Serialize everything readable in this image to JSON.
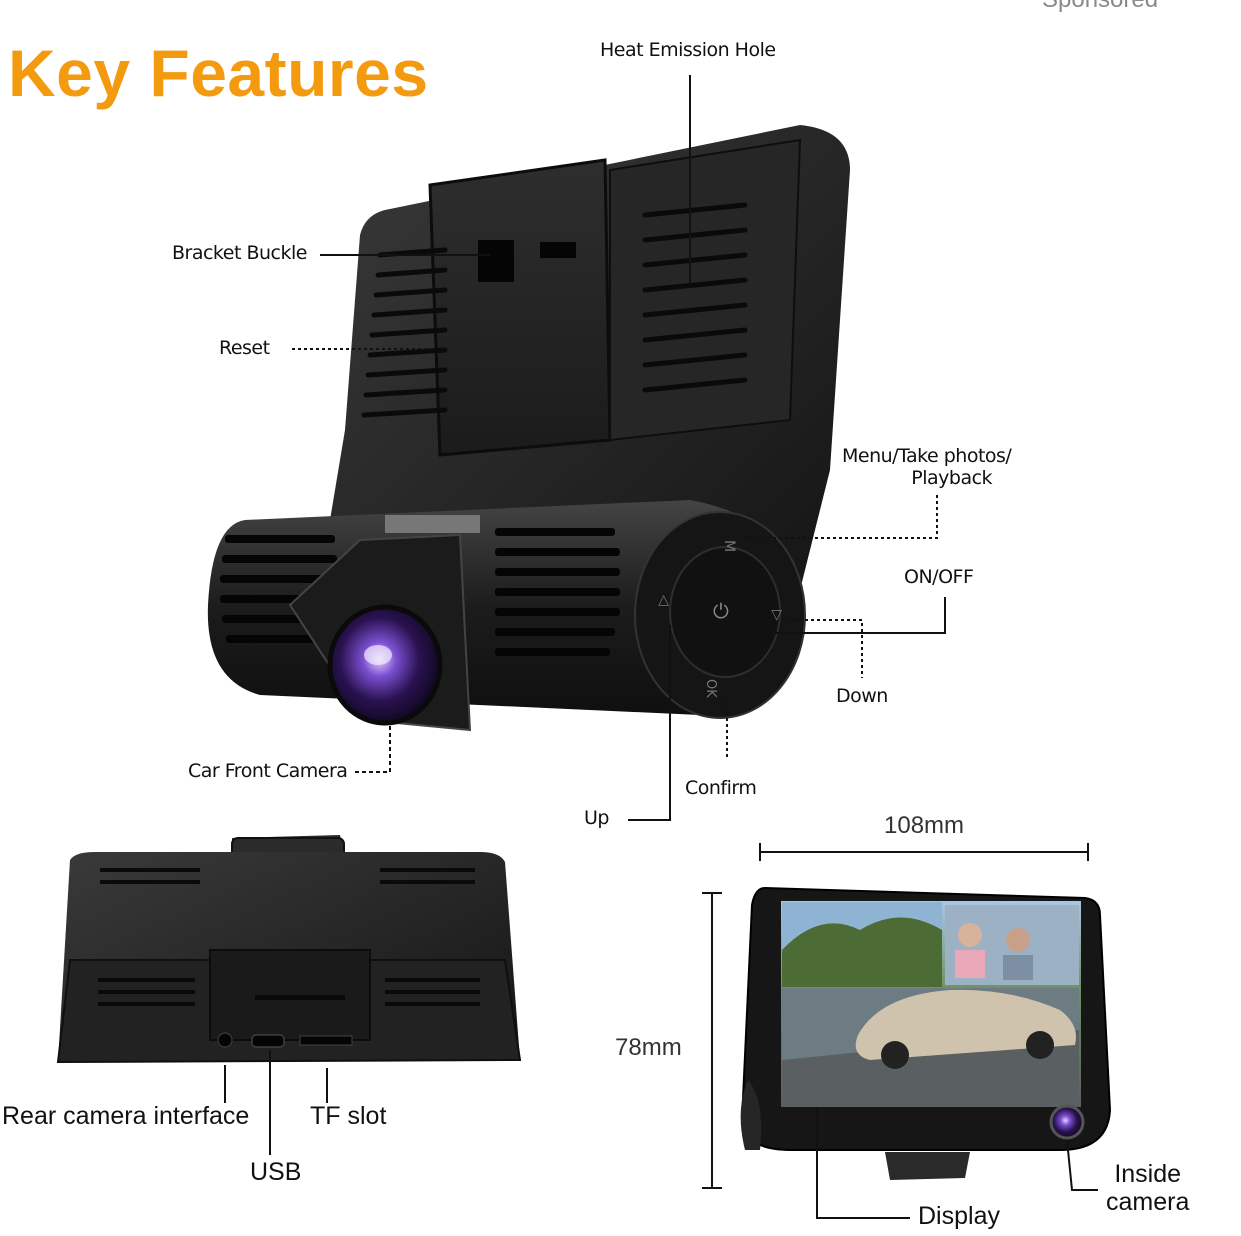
{
  "title": "Key Features",
  "corner_text": "Sponsored",
  "labels": {
    "heat_emission_hole": "Heat Emission Hole",
    "bracket_buckle": "Bracket Buckle",
    "reset": "Reset",
    "menu_line1": "Menu/Take photos/",
    "menu_line2": "Playback",
    "on_off": "ON/OFF",
    "down": "Down",
    "car_front_camera": "Car Front Camera",
    "confirm": "Confirm",
    "up": "Up",
    "rear_camera_interface": "Rear camera interface",
    "tf_slot": "TF slot",
    "usb": "USB",
    "display": "Display",
    "inside_camera_line1": "Inside",
    "inside_camera_line2": "camera"
  },
  "dimensions": {
    "width": "108mm",
    "height": "78mm"
  },
  "button_glyphs": {
    "menu": "M",
    "up": "◁",
    "down": "▷",
    "ok": "OK",
    "power": "⏻"
  },
  "colors": {
    "title": "#F39A0E",
    "device_body": "#1e1e1e"
  }
}
